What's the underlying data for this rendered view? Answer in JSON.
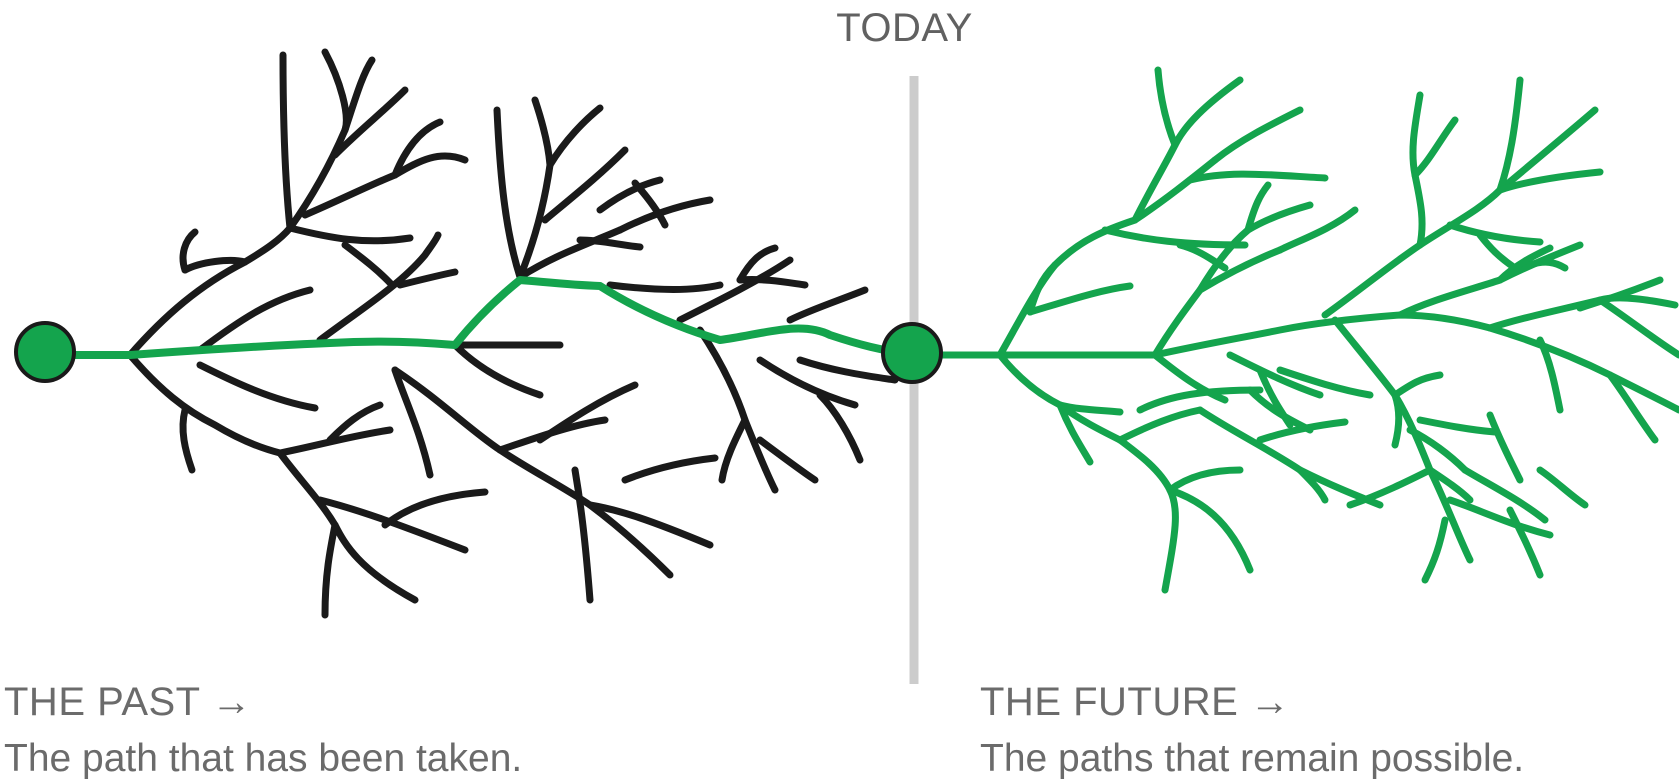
{
  "today_label": "TODAY",
  "past": {
    "heading": "THE PAST →",
    "description": "The path that has been taken."
  },
  "future": {
    "heading": "THE FUTURE →",
    "description": "The paths that remain possible."
  },
  "colors": {
    "past_branches": "#1a1a1a",
    "highlight_path": "#14a44d",
    "node_fill": "#14a44d",
    "node_stroke": "#1a1a1a",
    "divider": "#cccccc",
    "text": "#6b6b6b"
  }
}
